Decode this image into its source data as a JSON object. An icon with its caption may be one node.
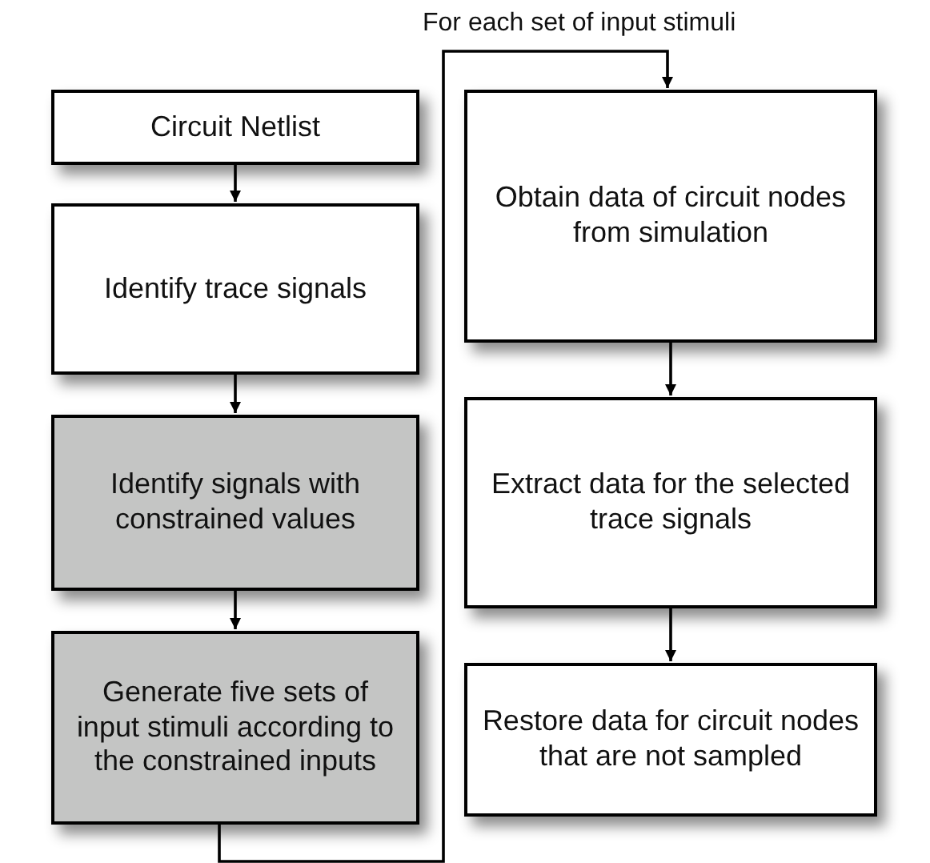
{
  "diagram": {
    "nodes": [
      {
        "text": [
          "Circuit Netlist"
        ]
      },
      {
        "text": [
          "Identify trace signals"
        ]
      },
      {
        "text": [
          "Identify signals with constrained values"
        ]
      },
      {
        "text": [
          "Generate five sets of input stimuli according to the constrained inputs"
        ]
      },
      {
        "text": [
          "Obtain data of circuit nodes from simulation"
        ]
      },
      {
        "text": [
          "Extract data for the selected trace signals"
        ]
      },
      {
        "text": [
          "Restore data for circuit nodes that are not sampled"
        ]
      }
    ],
    "edges": [
      {
        "from": 0,
        "to": 1,
        "arrow": "to"
      },
      {
        "from": 1,
        "to": 2,
        "arrow": "to"
      },
      {
        "from": 2,
        "to": 3,
        "arrow": "to"
      },
      {
        "from": 3,
        "to": 4,
        "arrow": "to",
        "label": "For each set of input stimuli"
      },
      {
        "from": 4,
        "to": 5,
        "arrow": "to"
      },
      {
        "from": 5,
        "to": 6,
        "arrow": "to"
      }
    ]
  }
}
